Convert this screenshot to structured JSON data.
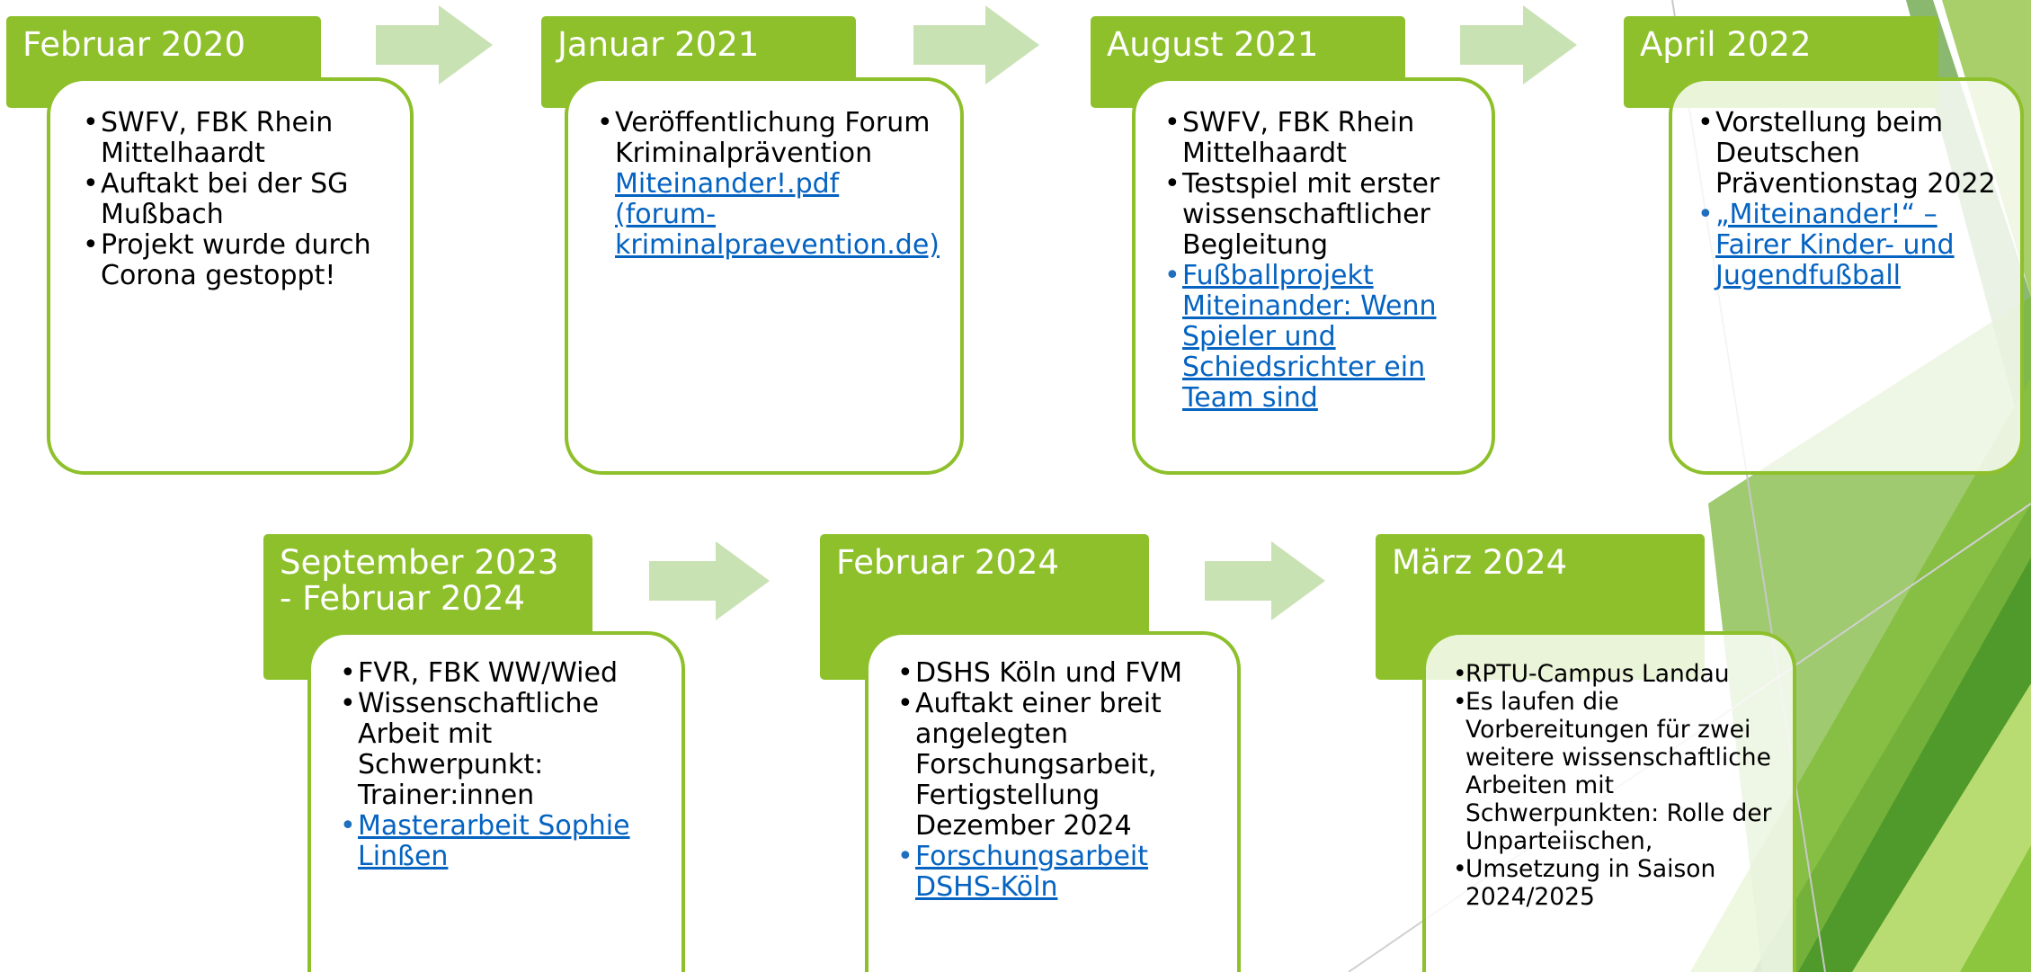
{
  "colors": {
    "accent": "#8dc02a",
    "arrow": "#c9e2b4",
    "link": "#0563c1"
  },
  "timeline": [
    {
      "title": "Februar 2020",
      "items": [
        {
          "text": "SWFV, FBK Rhein Mittelhaardt",
          "link": false
        },
        {
          "text": "Auftakt bei der SG Mußbach",
          "link": false
        },
        {
          "text": "Projekt wurde durch Corona gestoppt!",
          "link": false
        }
      ]
    },
    {
      "title": "Januar 2021",
      "items": [
        {
          "text": "Veröffentlichung Forum Kriminalprävention",
          "link": false,
          "link_text": "Miteinander!.pdf (forum-kriminalpraevention.de)"
        }
      ]
    },
    {
      "title": "August 2021",
      "items": [
        {
          "text": "SWFV, FBK Rhein Mittelhaardt",
          "link": false
        },
        {
          "text": "Testspiel mit erster wissenschaftlicher Begleitung",
          "link": false
        },
        {
          "text": "Fußballprojekt Miteinander: Wenn Spieler und Schiedsrichter ein Team sind",
          "link": true
        }
      ]
    },
    {
      "title": "April 2022",
      "items": [
        {
          "text": "Vorstellung beim Deutschen Präventionstag 2022",
          "link": false
        },
        {
          "text": "„Miteinander!“ – Fairer Kinder- und Jugendfußball",
          "link": true
        }
      ]
    },
    {
      "title": "September 2023 - Februar 2024",
      "items": [
        {
          "text": "FVR, FBK WW/Wied",
          "link": false
        },
        {
          "text": "Wissenschaftliche Arbeit mit Schwerpunkt: Trainer:innen",
          "link": false
        },
        {
          "text": "Masterarbeit Sophie Linßen",
          "link": true
        }
      ]
    },
    {
      "title": "Februar 2024",
      "items": [
        {
          "text": "DSHS Köln und FVM",
          "link": false
        },
        {
          "text": "Auftakt einer breit angelegten Forschungsarbeit, Fertigstellung Dezember 2024",
          "link": false
        },
        {
          "text": "Forschungsarbeit DSHS-Köln",
          "link": true
        }
      ]
    },
    {
      "title": "März 2024",
      "items": [
        {
          "text": "RPTU-Campus Landau",
          "link": false
        },
        {
          "text": "Es laufen die Vorbereitungen für zwei weitere wissenschaftliche Arbeiten mit Schwerpunkten: Rolle der Unparteiischen,",
          "link": false
        },
        {
          "text": "Umsetzung in Saison 2024/2025",
          "link": false
        }
      ]
    }
  ]
}
